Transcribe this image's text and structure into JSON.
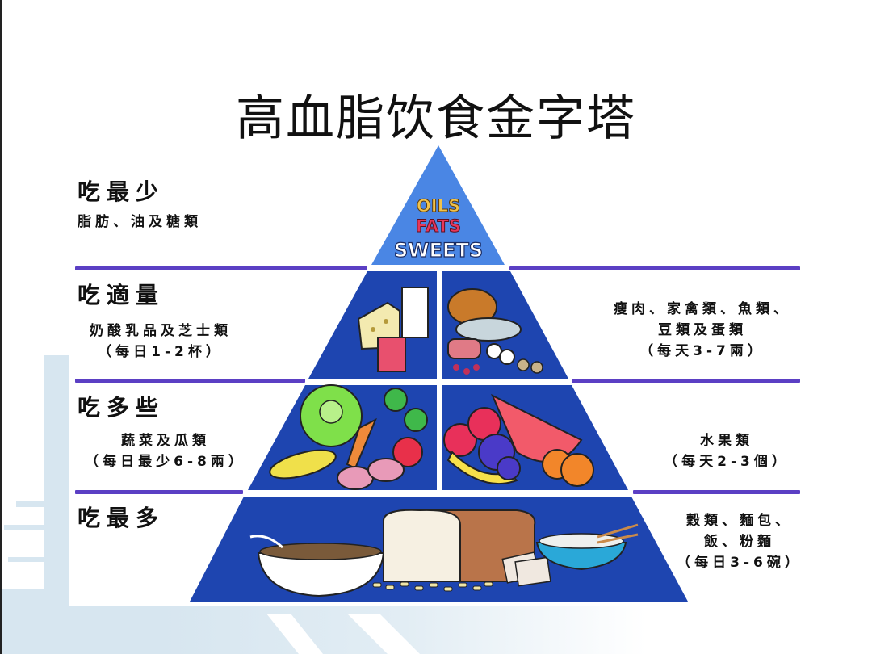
{
  "title": "高血脂饮食金字塔",
  "colors": {
    "pyramid_blue": "#1e45b0",
    "pyramid_top": "#3f7be0",
    "divider_purple": "#5b3fc4",
    "bg_deco": "#d7e6f0"
  },
  "pyramid_top": {
    "line1": "OILS",
    "line2": "FATS",
    "line3": "SWEETS"
  },
  "tiers": [
    {
      "id": "least",
      "heading": "吃最少",
      "left_desc": [
        "脂肪、油及糖類"
      ],
      "right_desc": []
    },
    {
      "id": "moderate",
      "heading": "吃適量",
      "left_desc": [
        "奶酸乳品及芝士類",
        "（每日1-2杯）"
      ],
      "right_desc": [
        "瘦肉、家禽類、魚類、",
        "豆類及蛋類",
        "（每天3-7兩）"
      ],
      "left_icon": "dairy-icon",
      "right_icon": "meat-fish-eggs-icon"
    },
    {
      "id": "more",
      "heading": "吃多些",
      "left_desc": [
        "蔬菜及瓜類",
        "（每日最少6-8兩）"
      ],
      "right_desc": [
        "水果類",
        "（每天2-3個）"
      ],
      "left_icon": "vegetables-icon",
      "right_icon": "fruits-icon"
    },
    {
      "id": "most",
      "heading": "吃最多",
      "left_desc": [],
      "right_desc": [
        "穀類、麵包、",
        "飯、粉麵",
        "（每日3-6碗）"
      ],
      "icon": "grains-bread-rice-icon"
    }
  ]
}
